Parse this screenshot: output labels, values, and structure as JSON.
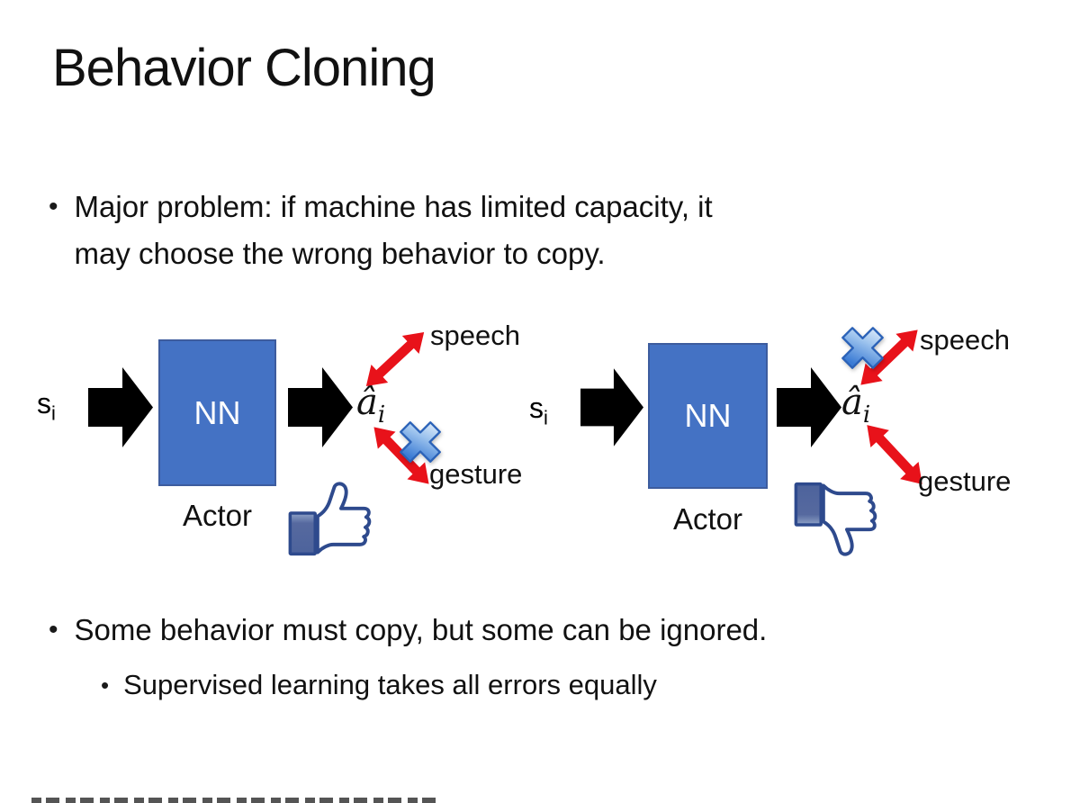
{
  "slide": {
    "title": "Behavior Cloning",
    "bullet_major": {
      "marker": "•",
      "line1": "Major problem: if machine has limited capacity, it",
      "line2": "may choose the wrong behavior to copy."
    },
    "bullet_some": {
      "marker": "•",
      "text": "Some behavior must copy, but some can be ignored."
    },
    "bullet_supervised": {
      "marker": "•",
      "text": "Supervised learning takes all errors equally"
    }
  },
  "diagram_left": {
    "input_label": "s",
    "input_subscript": "i",
    "nn_label": "NN",
    "output_label": "â",
    "output_subscript": "i",
    "speech_label": "speech",
    "gesture_label": "gesture",
    "actor_label": "Actor",
    "crossed_out_action": "gesture",
    "feedback_icon": "facebook-thumbs-up"
  },
  "diagram_right": {
    "input_label": "s",
    "input_subscript": "i",
    "nn_label": "NN",
    "output_label": "â",
    "output_subscript": "i",
    "speech_label": "speech",
    "gesture_label": "gesture",
    "actor_label": "Actor",
    "crossed_out_action": "speech",
    "feedback_icon": "facebook-thumbs-down"
  },
  "colors": {
    "nn_box_fill": "#4472C4",
    "nn_box_border": "#3D5C9E",
    "nn_text": "#FFFFFF",
    "flow_arrow_black": "#000000",
    "action_arrow_red": "#E8121A",
    "cross_blue": "#4E8FD9",
    "thumb_outline": "#2E4A8D",
    "thumb_sleeve": "#56699F",
    "body_text": "#111111"
  }
}
